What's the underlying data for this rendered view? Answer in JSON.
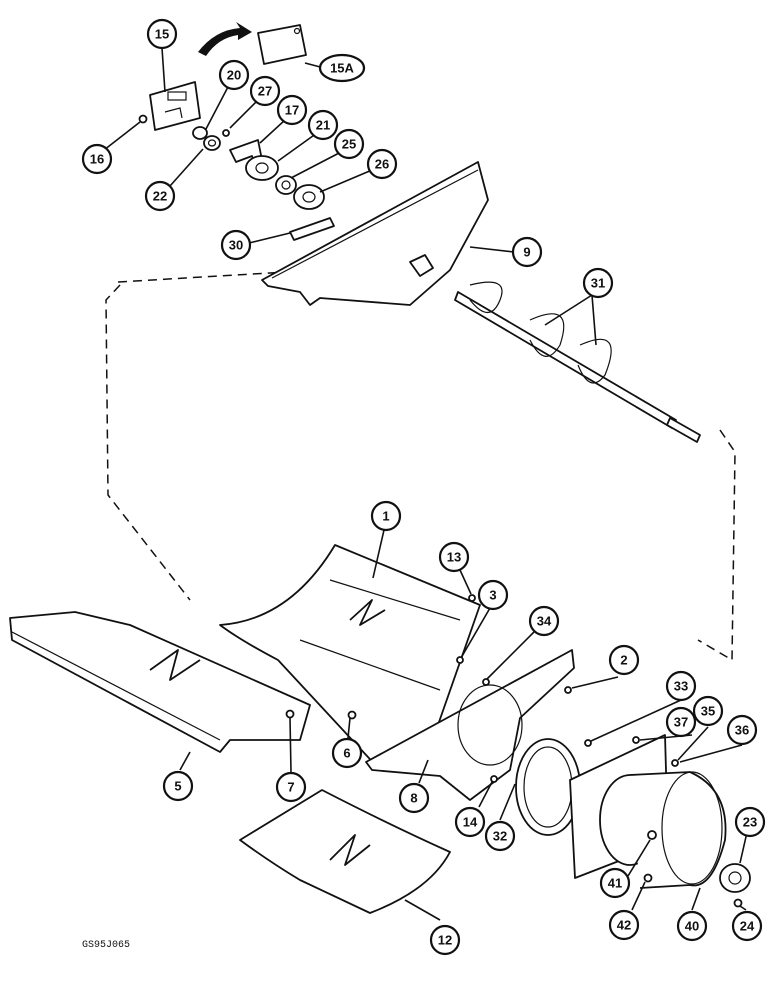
{
  "drawing_code": "GS95J065",
  "callouts": [
    {
      "label": "15"
    },
    {
      "label": "15A"
    },
    {
      "label": "16"
    },
    {
      "label": "20"
    },
    {
      "label": "27"
    },
    {
      "label": "17"
    },
    {
      "label": "21"
    },
    {
      "label": "25"
    },
    {
      "label": "26"
    },
    {
      "label": "22"
    },
    {
      "label": "30"
    },
    {
      "label": "9"
    },
    {
      "label": "31"
    },
    {
      "label": "1"
    },
    {
      "label": "13"
    },
    {
      "label": "3"
    },
    {
      "label": "34"
    },
    {
      "label": "2"
    },
    {
      "label": "33"
    },
    {
      "label": "37"
    },
    {
      "label": "35"
    },
    {
      "label": "36"
    },
    {
      "label": "5"
    },
    {
      "label": "7"
    },
    {
      "label": "6"
    },
    {
      "label": "8"
    },
    {
      "label": "14"
    },
    {
      "label": "32"
    },
    {
      "label": "23"
    },
    {
      "label": "41"
    },
    {
      "label": "42"
    },
    {
      "label": "40"
    },
    {
      "label": "24"
    },
    {
      "label": "12"
    }
  ]
}
